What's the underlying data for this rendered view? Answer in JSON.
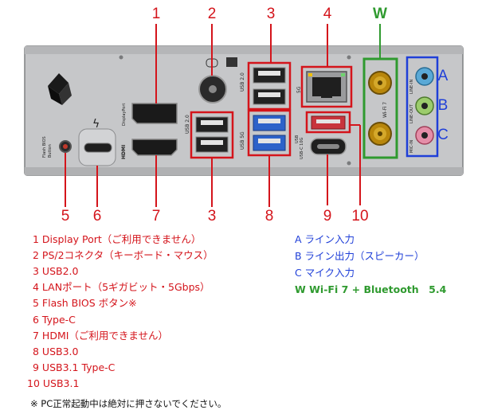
{
  "callouts": {
    "top": [
      "1",
      "2",
      "3",
      "4",
      "W"
    ],
    "bottom": [
      "5",
      "6",
      "7",
      "3",
      "8",
      "9",
      "10"
    ]
  },
  "panel_labels": {
    "usb20_a": "USB 2.0",
    "usb20_b": "USB 2.0",
    "usb5g": "USB 5G",
    "five_g": "5G",
    "wifi7": "Wi-Fi 7",
    "flash_bios": "Flash BIOS\nButton",
    "displayport": "DisplayPort",
    "hdmi": "HDMI",
    "usbc_10g": "USB-C\n10G",
    "line_in": "LINE-IN",
    "line_out": "LINE-OUT",
    "mic_in": "MIC-IN"
  },
  "audio_ports": [
    "A",
    "B",
    "C"
  ],
  "legend_left": [
    "1 Display Port（ご利用できません）",
    "2 PS/2コネクタ（キーボード・マウス）",
    "3 USB2.0",
    "4 LANポート（5ギガビット・5Gbps）",
    "5 Flash BIOS ボタン※",
    "6 Type-C",
    "7 HDMI（ご利用できません）",
    "8 USB3.0",
    "9 USB3.1 Type-C",
    "10 USB3.1"
  ],
  "legend_right": [
    "A ライン入力",
    "B ライン出力（スピーカー）",
    "C マイク入力",
    "W Wi-Fi 7 + Bluetooth　5.4"
  ],
  "footnote": "※ PC正常起動中は絶対に押さないでください。",
  "colors": {
    "callout_red": "#d4141b",
    "audio_blue": "#1f3fd8",
    "wifi_green": "#2f9a2f",
    "panel": "#c9cacc",
    "port_blue": "#2d62c9",
    "port_red": "#c8343c"
  }
}
